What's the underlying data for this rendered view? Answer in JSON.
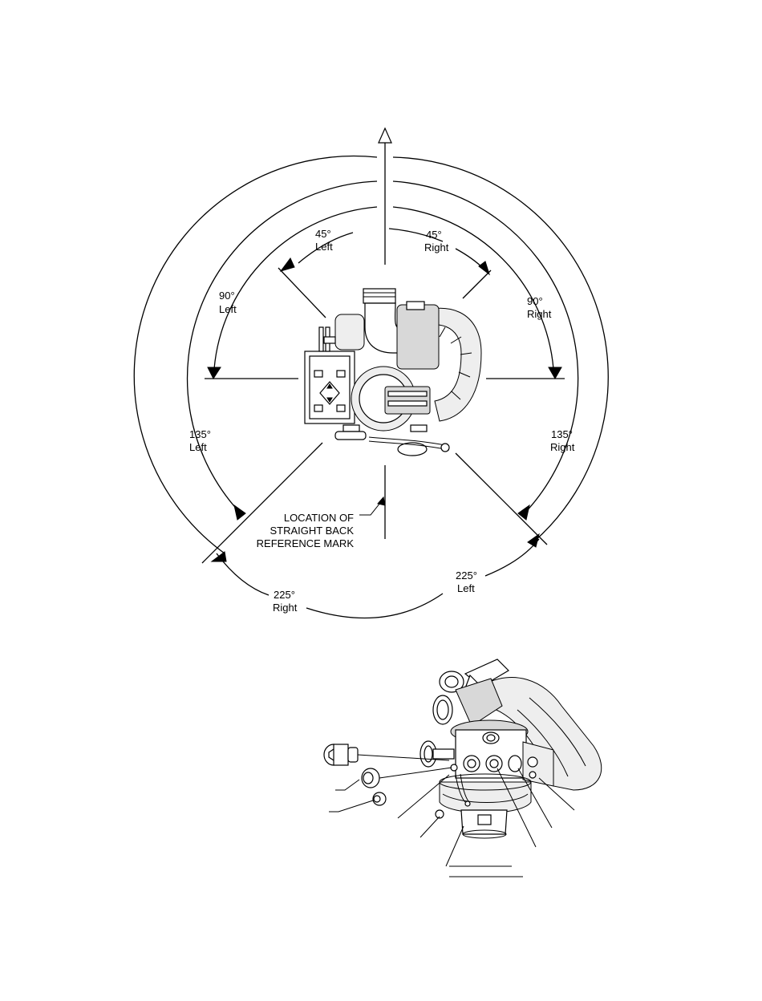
{
  "rotation_diagram": {
    "labels": [
      {
        "id": "left-45",
        "line1": "45°",
        "line2": "Left"
      },
      {
        "id": "right-45",
        "line1": "45°",
        "line2": "Right"
      },
      {
        "id": "left-90",
        "line1": "90°",
        "line2": "Left"
      },
      {
        "id": "right-90",
        "line1": "90°",
        "line2": "Right"
      },
      {
        "id": "left-135",
        "line1": "135°",
        "line2": "Left"
      },
      {
        "id": "right-135",
        "line1": "135°",
        "line2": "Right"
      },
      {
        "id": "left-225",
        "line1": "225°",
        "line2": "Left"
      },
      {
        "id": "right-225",
        "line1": "225°",
        "line2": "Right"
      }
    ],
    "callout": {
      "line1": "LOCATION OF",
      "line2": "STRAIGHT BACK",
      "line3": "REFERENCE MARK"
    }
  }
}
